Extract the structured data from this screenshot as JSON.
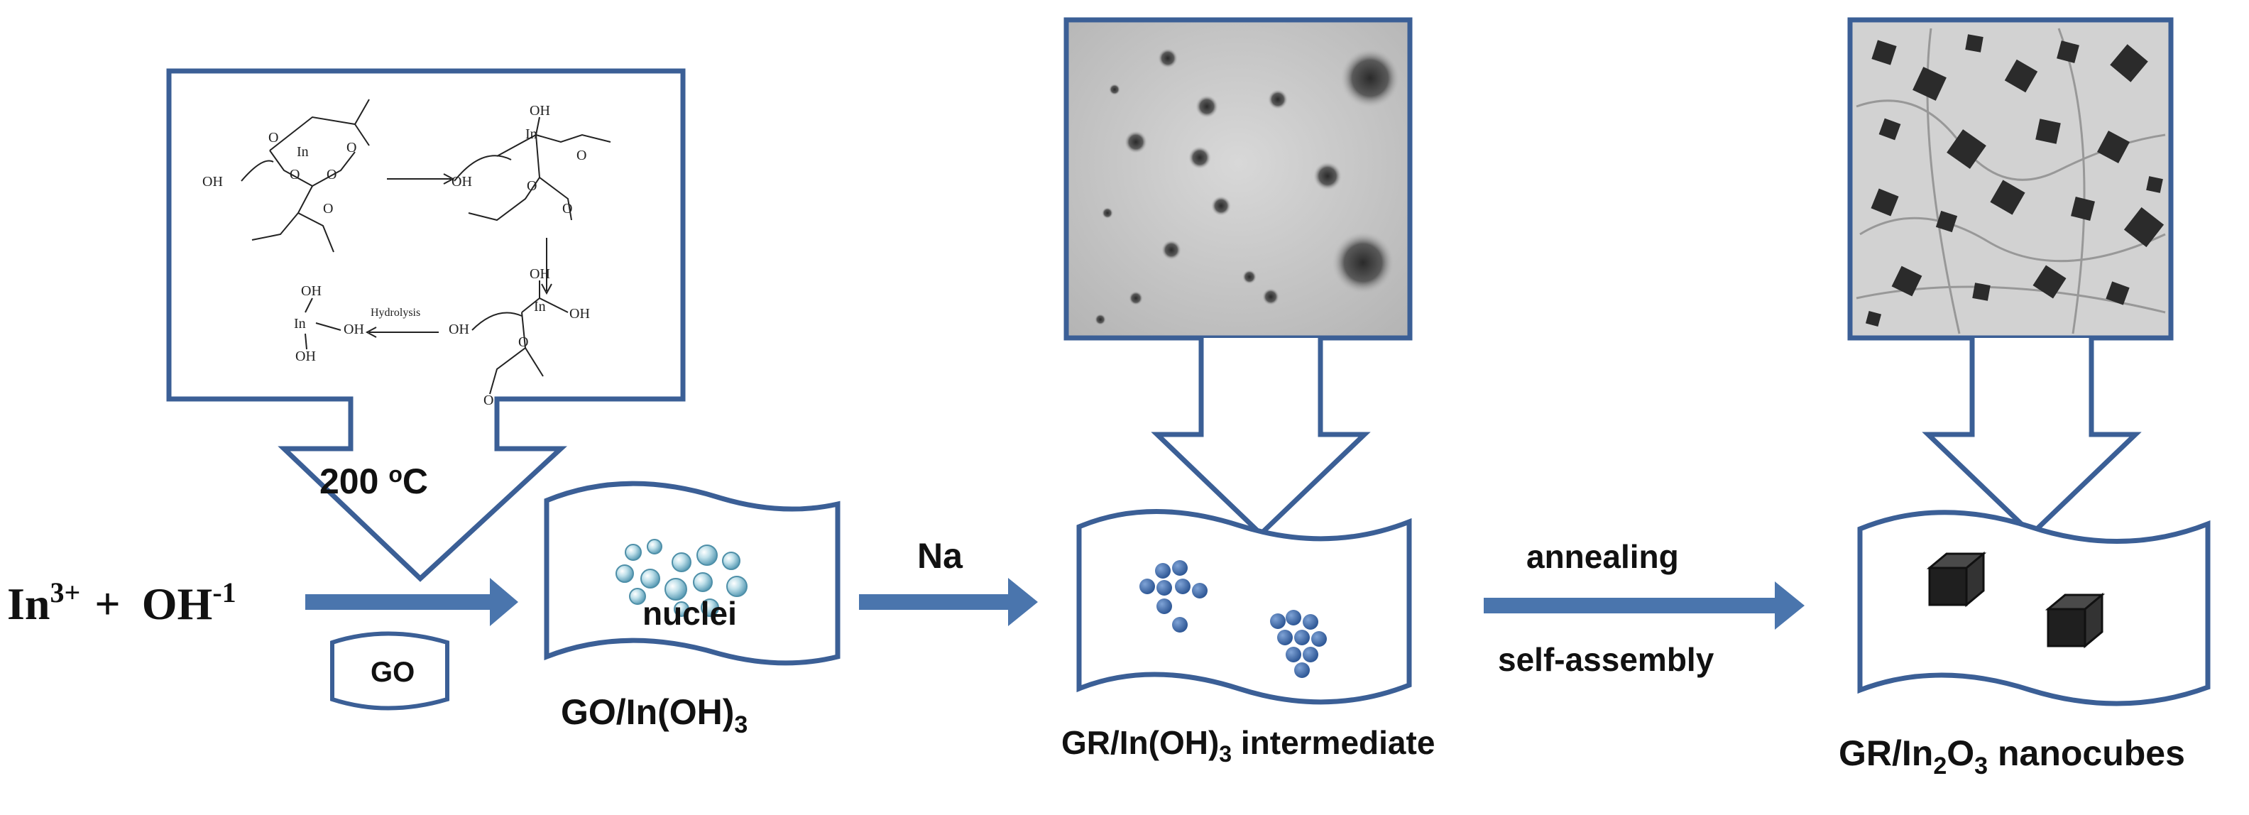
{
  "colors": {
    "outline": "#3b5f96",
    "arrow": "#4a75ad",
    "sphere": "#3f69a8",
    "bubble": "#8fc3d6",
    "cube": "#1f1f1f",
    "tem_bg": "#c9c9c9",
    "text": "#111111"
  },
  "left": {
    "reactant_a": "In",
    "reactant_a_sup": "3+",
    "plus": "+",
    "reactant_b": "OH",
    "reactant_b_sup": "-1",
    "temperature": "200 ",
    "temperature_sup": "o",
    "temperature_unit": "C",
    "substrate": "GO"
  },
  "mechanism": {
    "oh": "OH",
    "oh_minus": "OH",
    "in": "In",
    "o": "O",
    "hydrolysis": "Hydrolysis"
  },
  "stage1": {
    "inner": "nuclei",
    "name": "GO/In(OH)",
    "name_sub": "3"
  },
  "step1": {
    "label": "Na"
  },
  "stage2": {
    "name_pre": "GR/In(OH)",
    "name_sub": "3",
    "name_post": " intermediate"
  },
  "step2": {
    "label_top": "annealing",
    "label_bottom": "self-assembly"
  },
  "stage3": {
    "name_pre": "GR/In",
    "name_sub1": "2",
    "name_mid": "O",
    "name_sub2": "3",
    "name_post": " nanocubes"
  }
}
